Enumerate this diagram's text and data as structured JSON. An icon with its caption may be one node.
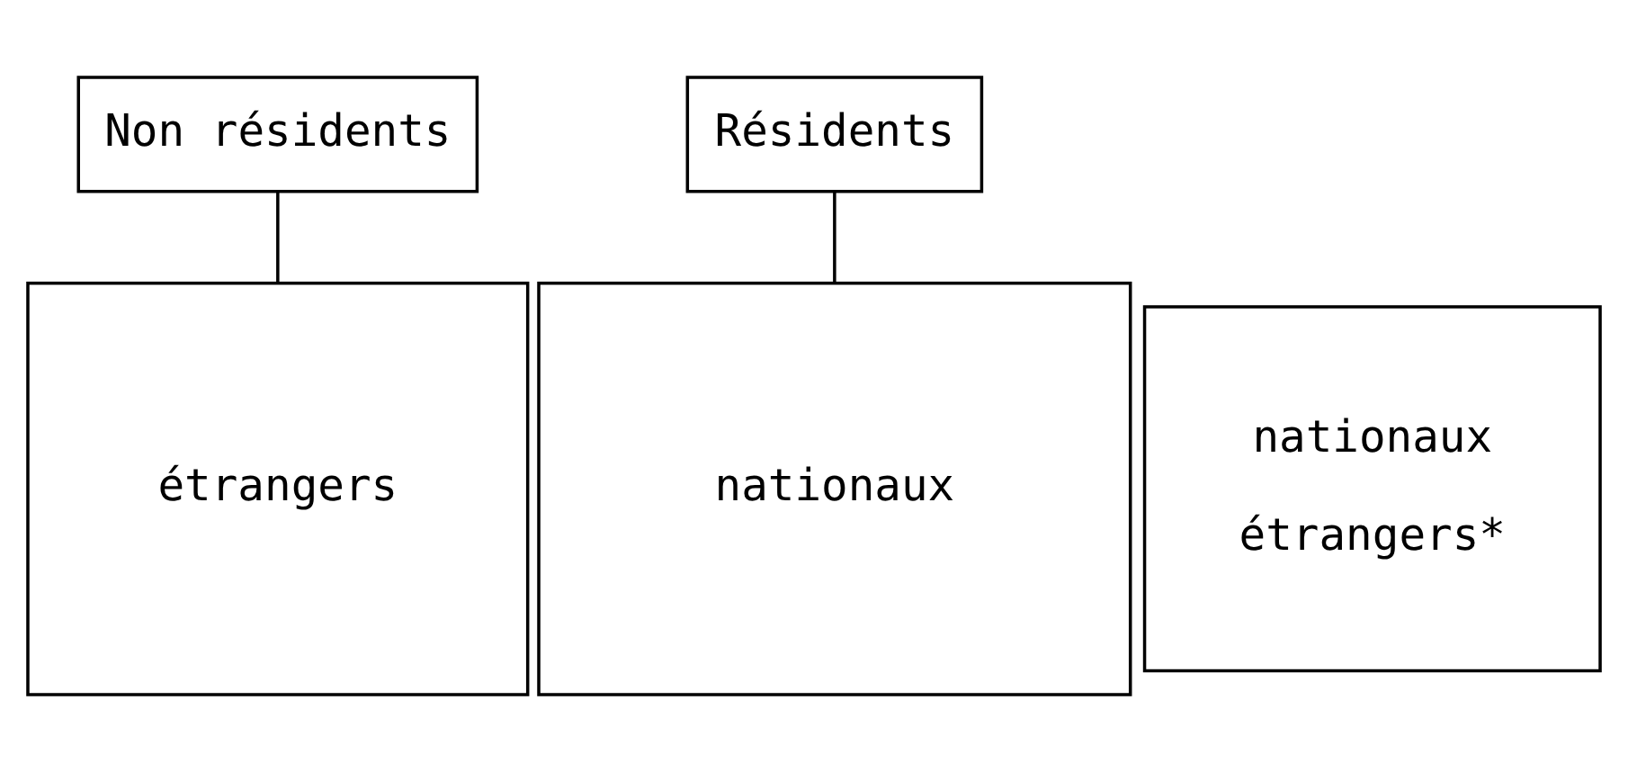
{
  "diagram": {
    "nodes": [
      {
        "text": [
          "Non résidents"
        ]
      },
      {
        "text": [
          "nationaux"
        ]
      },
      {
        "text": [
          "nationaux",
          "étrangers*"
        ]
      },
      {
        "text": [
          "étrangers"
        ]
      },
      {
        "text": [
          "Résidents"
        ]
      }
    ],
    "edges": [
      {
        "from": 0,
        "to": 3,
        "arrow": "none"
      },
      {
        "from": 4,
        "to": 1,
        "arrow": "none"
      }
    ]
  }
}
